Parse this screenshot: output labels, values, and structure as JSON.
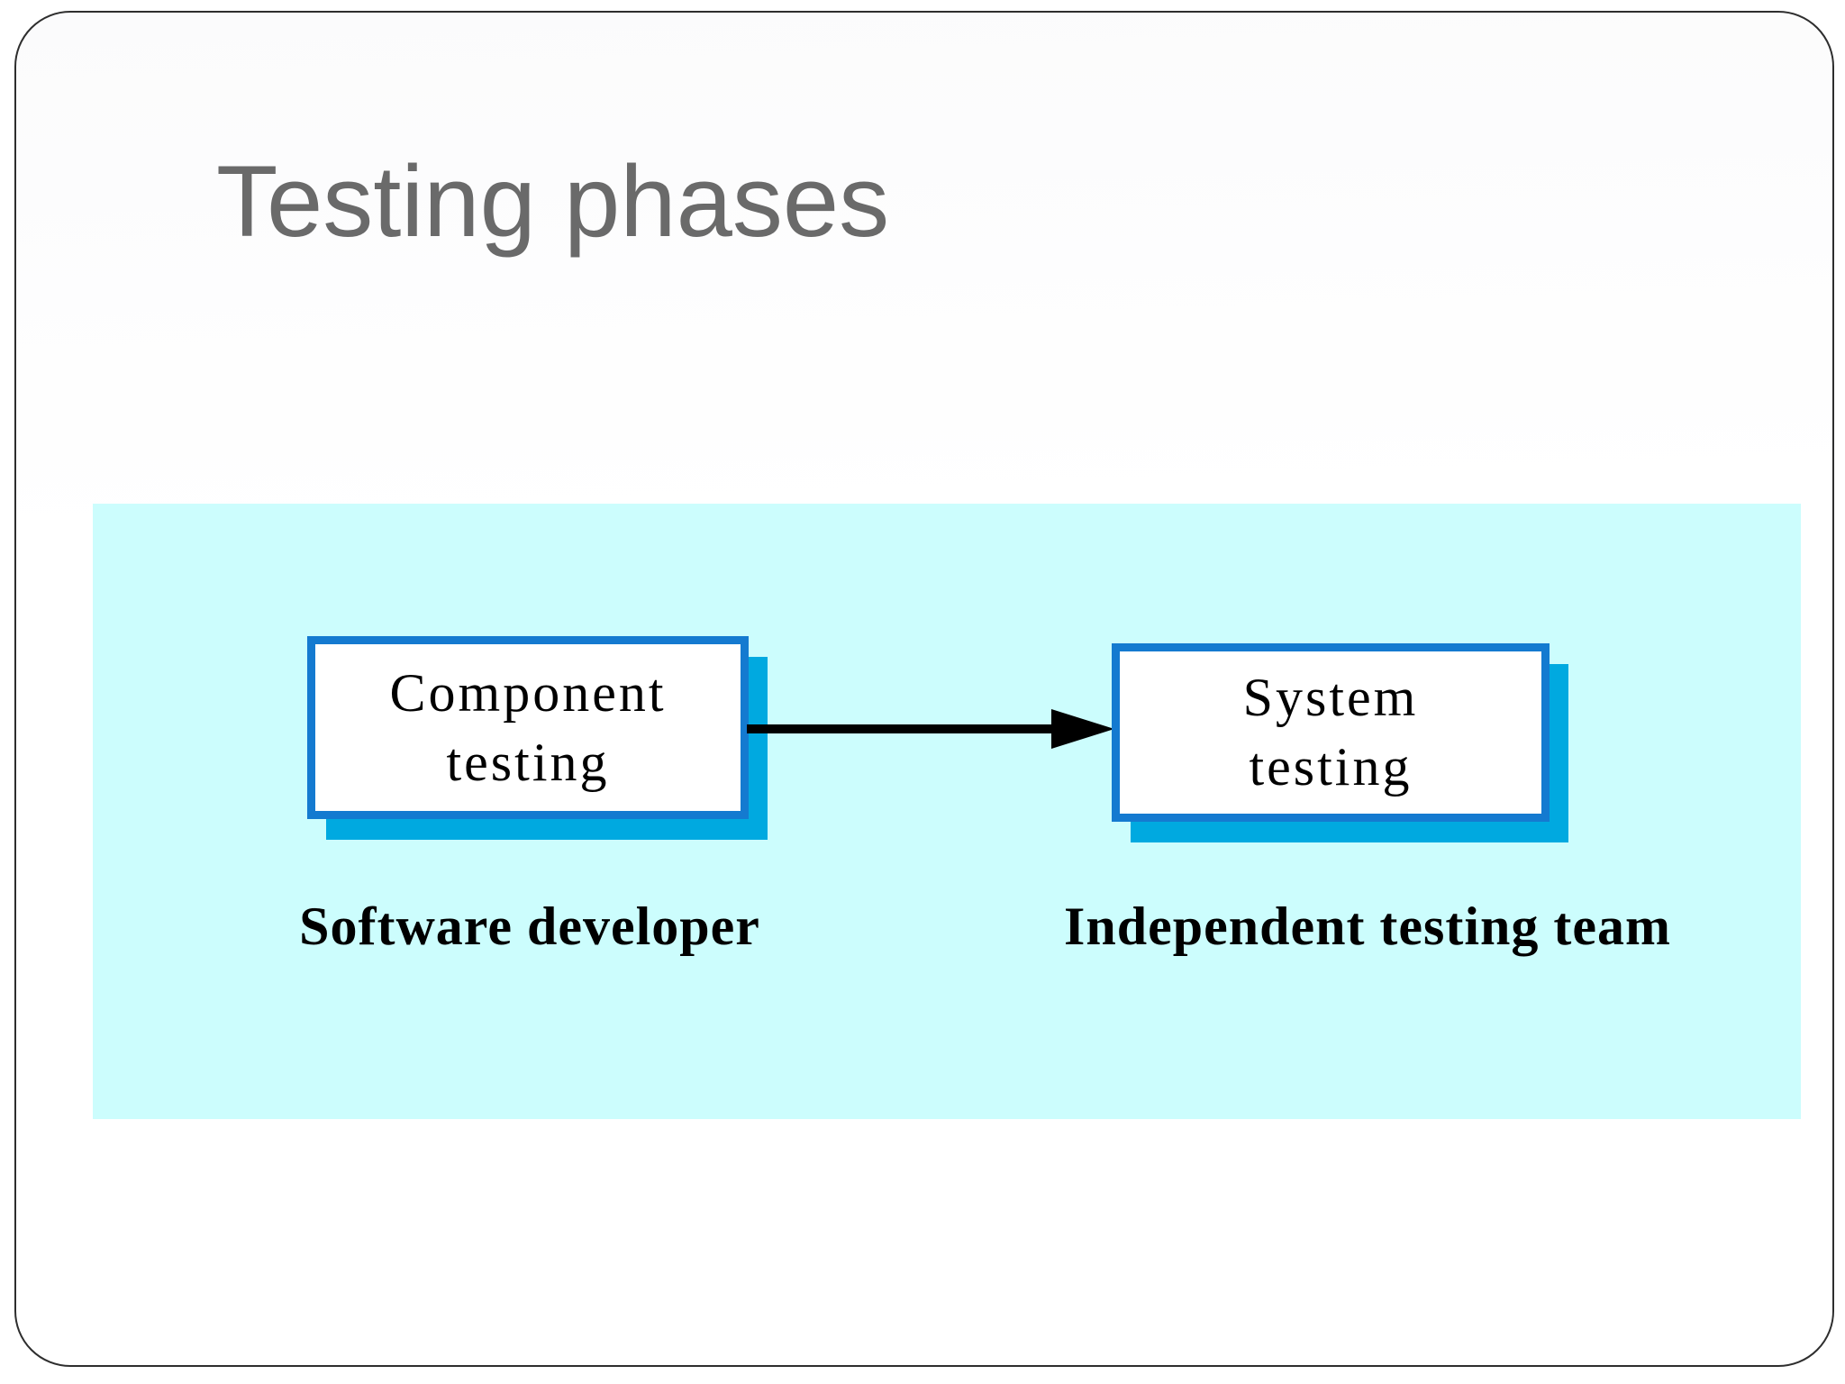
{
  "slide": {
    "title": "Testing phases",
    "colors": {
      "title_text": "#6a6a6a",
      "slide_border": "#2e2e2e",
      "panel_background": "#ccfdfd",
      "node_fill": "#ffffff",
      "node_border": "#147ad0",
      "node_shadow": "#00a9e0",
      "arrow": "#000000",
      "caption_text": "#000000"
    },
    "diagram": {
      "nodes": [
        {
          "id": "component-testing",
          "label": "Component\ntesting",
          "caption": "Software developer"
        },
        {
          "id": "system-testing",
          "label": "System\ntesting",
          "caption": "Independent testing team"
        }
      ],
      "edge": {
        "from": "component-testing",
        "to": "system-testing",
        "type": "arrow-right"
      }
    }
  }
}
